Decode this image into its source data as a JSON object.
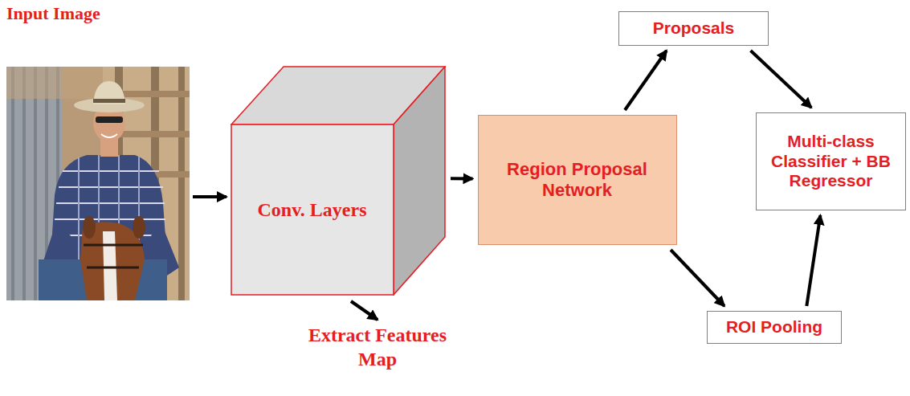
{
  "diagram": {
    "nodes": [
      {
        "text": [
          "Conv. Layers"
        ]
      },
      {
        "text": [
          "Region Proposal Network"
        ]
      },
      {
        "text": [
          "Proposals"
        ]
      },
      {
        "text": [
          "Multi-class Classifier + BB Regressor"
        ]
      },
      {
        "text": [
          "ROI Pooling"
        ]
      }
    ],
    "edges": [
      {
        "from": 0,
        "to": 1,
        "arrow": "to"
      },
      {
        "from": 1,
        "to": 2,
        "arrow": "to"
      },
      {
        "from": 2,
        "to": 3,
        "arrow": "to"
      },
      {
        "from": 1,
        "to": 4,
        "arrow": "to"
      },
      {
        "from": 4,
        "to": 3,
        "arrow": "to"
      }
    ],
    "labels": [
      "Input Image",
      "Extract Features Map"
    ]
  }
}
